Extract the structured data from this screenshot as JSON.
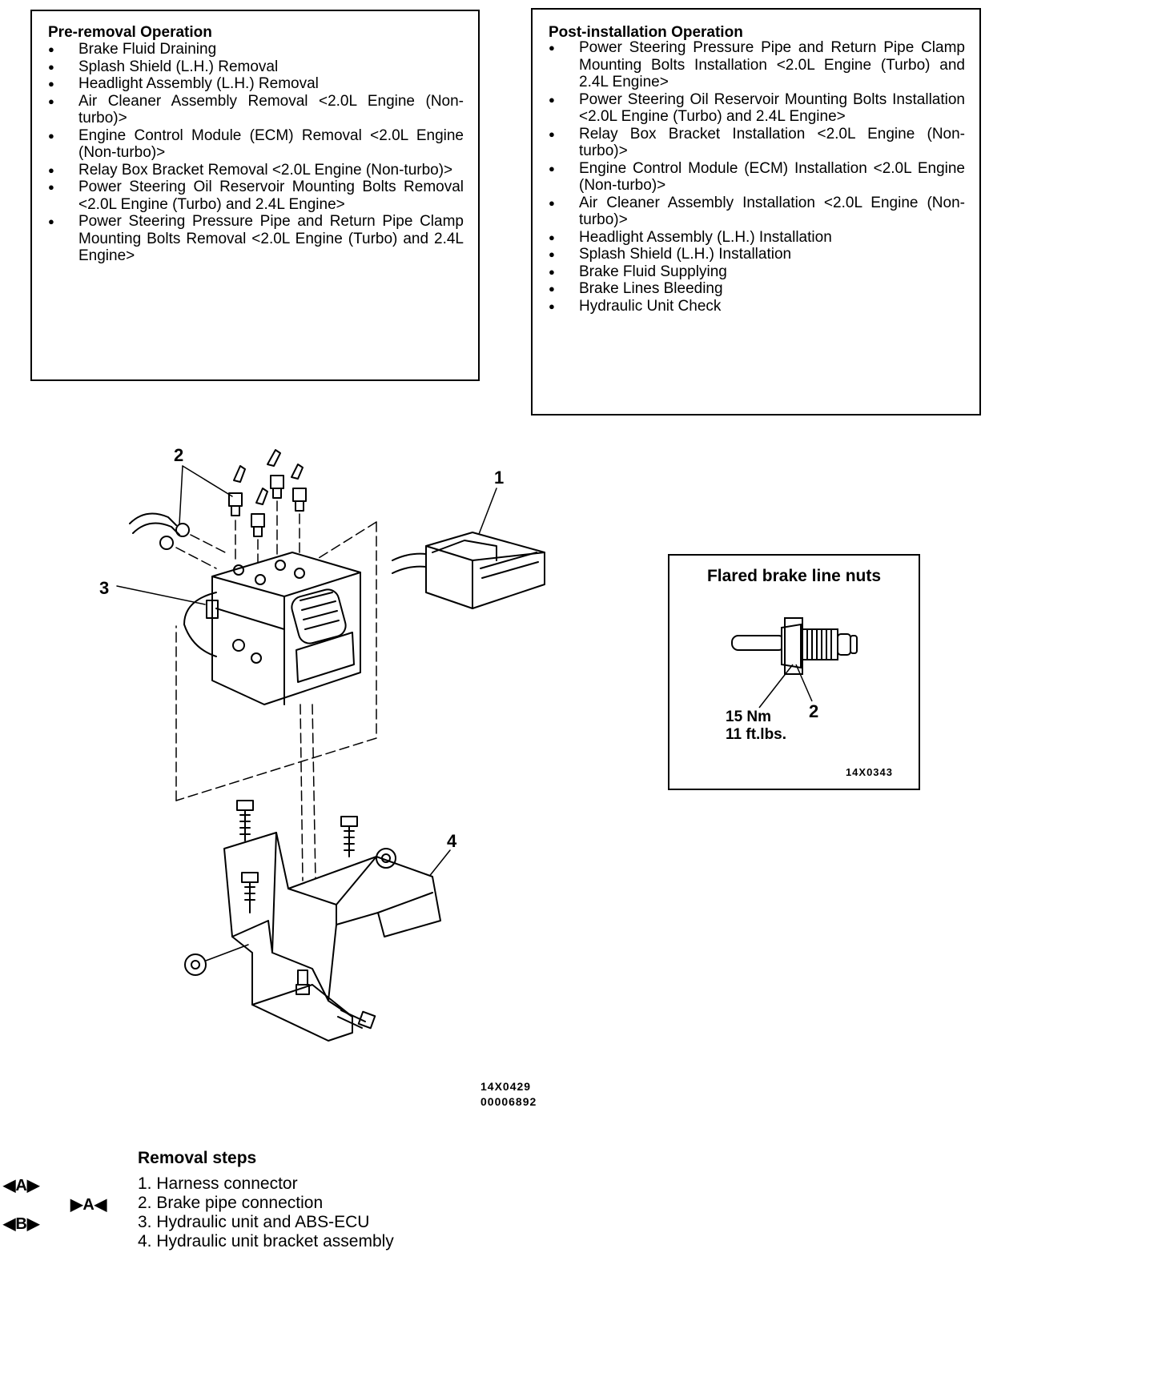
{
  "pre_removal": {
    "title": "Pre-removal Operation",
    "items": [
      "Brake Fluid Draining",
      "Splash Shield (L.H.) Removal",
      "Headlight Assembly (L.H.) Removal",
      "Air Cleaner Assembly Removal <2.0L Engine (Non-turbo)>",
      "Engine Control Module (ECM) Removal <2.0L Engine (Non-turbo)>",
      "Relay Box Bracket Removal <2.0L Engine (Non-turbo)>",
      "Power Steering Oil Reservoir Mounting Bolts Removal <2.0L Engine (Turbo) and 2.4L Engine>",
      "Power Steering Pressure Pipe and Return Pipe Clamp Mounting Bolts Removal <2.0L Engine (Turbo) and 2.4L Engine>"
    ]
  },
  "post_installation": {
    "title": "Post-installation Operation",
    "items": [
      "Power Steering Pressure Pipe and Return Pipe Clamp Mounting Bolts Installation <2.0L Engine (Turbo) and 2.4L Engine>",
      "Power Steering Oil Reservoir Mounting Bolts Installation <2.0L Engine (Turbo) and 2.4L Engine>",
      "Relay Box Bracket Installation <2.0L Engine (Non-turbo)>",
      "Engine Control Module (ECM) Installation <2.0L Engine (Non-turbo)>",
      "Air Cleaner Assembly Installation <2.0L Engine (Non-turbo)>",
      "Headlight Assembly (L.H.) Installation",
      "Splash Shield (L.H.) Installation",
      "Brake Fluid Supplying",
      "Brake Lines Bleeding",
      "Hydraulic Unit Check"
    ]
  },
  "diagram": {
    "callouts": [
      "1",
      "2",
      "3",
      "4"
    ],
    "figure_code_1": "14X0429",
    "figure_code_2": "00006892"
  },
  "inset": {
    "title": "Flared brake line nuts",
    "torque_nm": "15 Nm",
    "torque_ftlbs": "11 ft.lbs.",
    "callout": "2",
    "figure_code": "14X0343"
  },
  "removal_steps": {
    "title": "Removal steps",
    "steps": [
      "1. Harness connector",
      "2. Brake pipe connection",
      "3. Hydraulic unit and ABS-ECU",
      "4. Hydraulic unit bracket assembly"
    ],
    "marks": [
      "◀A▶",
      "▶A◀",
      "◀B▶"
    ]
  }
}
